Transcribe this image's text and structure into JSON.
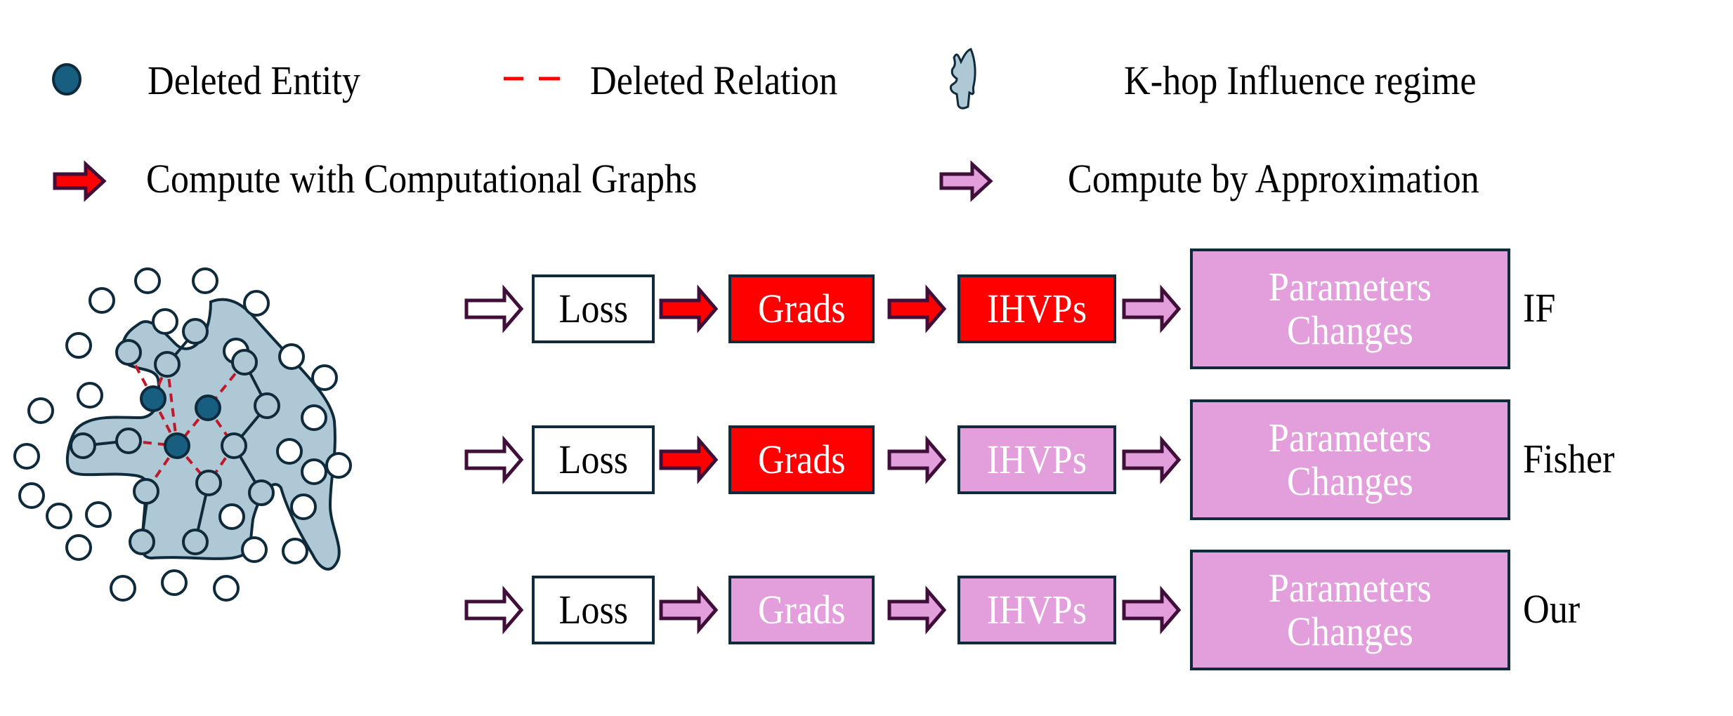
{
  "legend": {
    "deleted_entity": "Deleted Entity",
    "deleted_relation": "Deleted Relation",
    "khop_region": "K-hop Influence regime",
    "compute_graph": "Compute with Computational Graphs",
    "compute_approx": "Compute by Approximation"
  },
  "colors": {
    "entity_fill": "#175e80",
    "node_stroke": "#0e2a3b",
    "region_fill": "#aec8d5",
    "deleted_relation": "#c0182b",
    "compute_graph": "#ff0000",
    "compute_approx": "#e39fdc",
    "arrow_outline": "#3f0f3a"
  },
  "pipelines": [
    {
      "method": "IF",
      "steps": [
        {
          "label": "Loss",
          "mode": "input"
        },
        {
          "label": "Grads",
          "mode": "graph"
        },
        {
          "label": "IHVPs",
          "mode": "graph"
        },
        {
          "label_line1": "Parameters",
          "label_line2": "Changes",
          "mode": "approx"
        }
      ],
      "arrows": [
        "input",
        "graph",
        "graph",
        "approx"
      ]
    },
    {
      "method": "Fisher",
      "steps": [
        {
          "label": "Loss",
          "mode": "input"
        },
        {
          "label": "Grads",
          "mode": "graph"
        },
        {
          "label": "IHVPs",
          "mode": "approx"
        },
        {
          "label_line1": "Parameters",
          "label_line2": "Changes",
          "mode": "approx"
        }
      ],
      "arrows": [
        "input",
        "graph",
        "approx",
        "approx"
      ]
    },
    {
      "method": "Our",
      "steps": [
        {
          "label": "Loss",
          "mode": "input"
        },
        {
          "label": "Grads",
          "mode": "approx"
        },
        {
          "label": "IHVPs",
          "mode": "approx"
        },
        {
          "label_line1": "Parameters",
          "label_line2": "Changes",
          "mode": "approx"
        }
      ],
      "arrows": [
        "input",
        "approx",
        "approx",
        "approx"
      ]
    }
  ]
}
